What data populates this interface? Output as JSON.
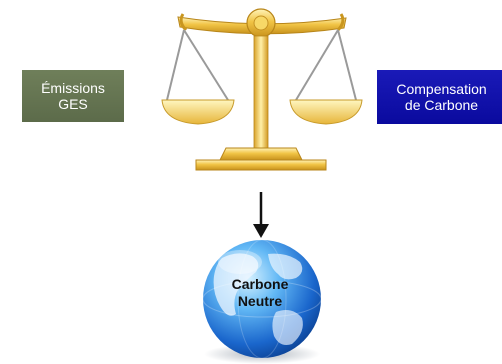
{
  "left_label": {
    "line1": "Émissions",
    "line2": "GES"
  },
  "right_label": {
    "line1": "Compensation",
    "line2": "de Carbone"
  },
  "globe_label": {
    "line1": "Carbone",
    "line2": "Neutre"
  },
  "colors": {
    "left_box": "#5f6e4d",
    "right_box": "#0f0fa8",
    "scale_gold": "#e6b83a",
    "globe_blue": "#1f6fd6",
    "arrow": "#111111"
  },
  "icons": [
    "balance-scale-icon",
    "down-arrow-icon",
    "globe-icon"
  ]
}
